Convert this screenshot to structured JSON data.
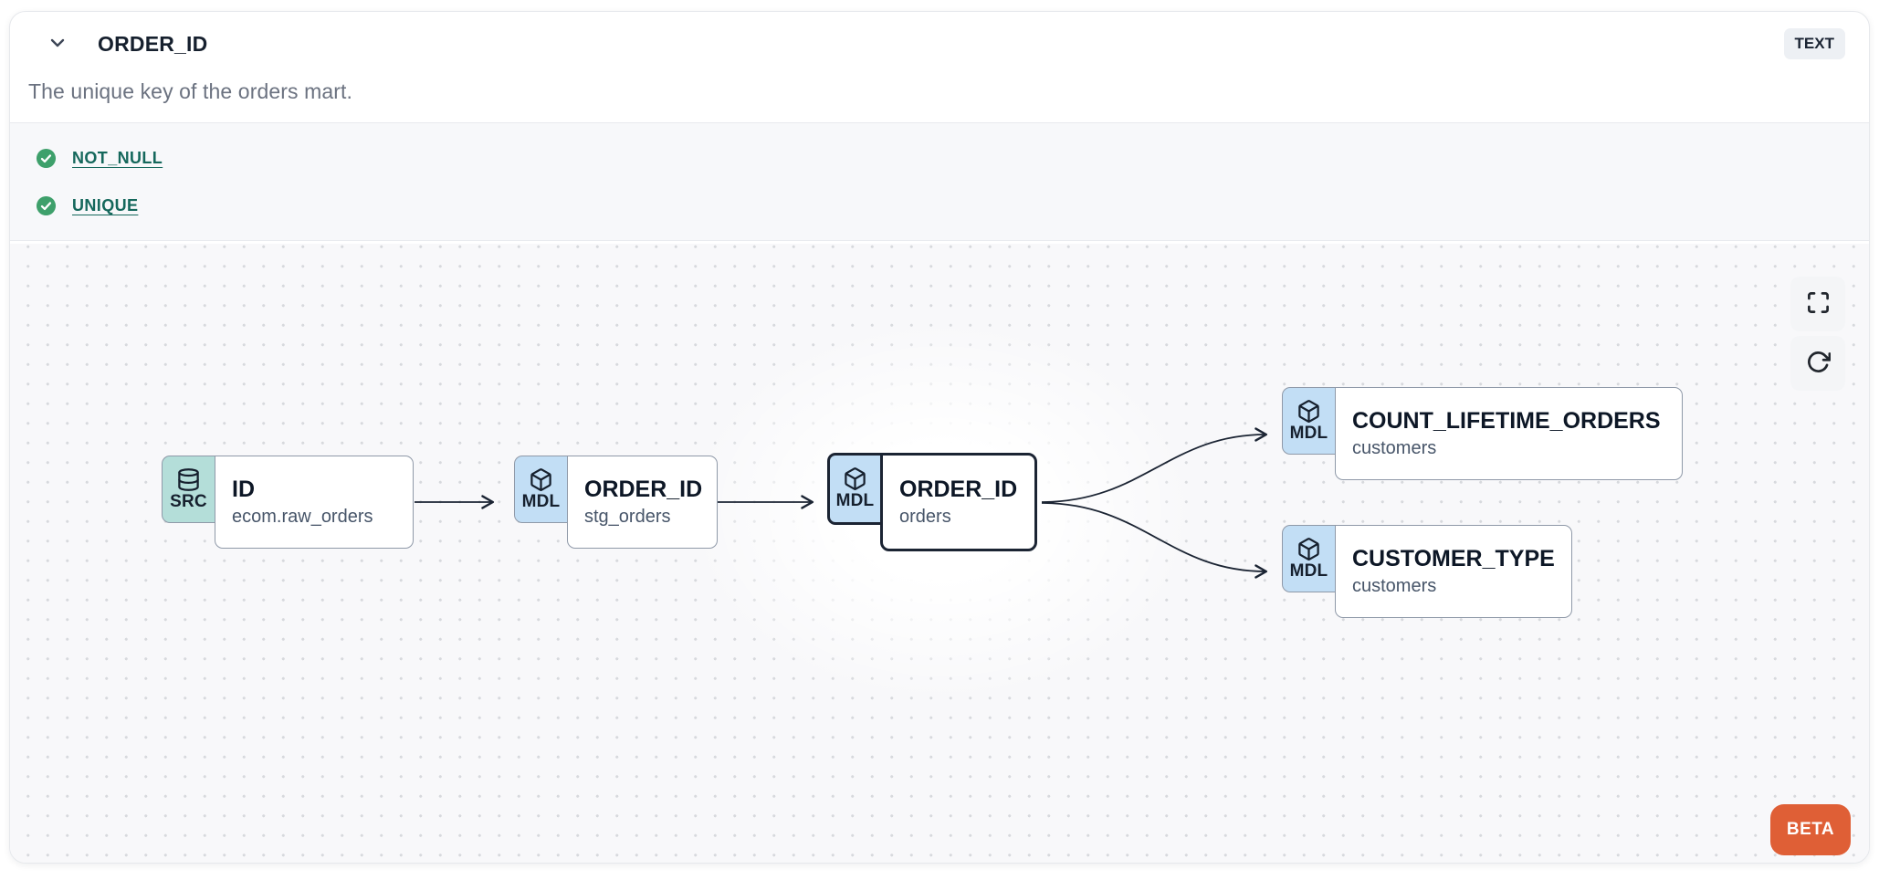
{
  "header": {
    "title": "ORDER_ID",
    "type_badge": "TEXT",
    "description": "The unique key of the orders mart."
  },
  "tests": [
    {
      "label": "NOT_NULL",
      "status": "pass",
      "icon": "check-circle-icon"
    },
    {
      "label": "UNIQUE",
      "status": "pass",
      "icon": "check-circle-icon"
    }
  ],
  "lineage": {
    "nodes": [
      {
        "id": "id-ecom-raw-orders",
        "type": "source",
        "badge": "SRC",
        "icon": "database-icon",
        "label": "ID",
        "sublabel": "ecom.raw_orders",
        "selected": false
      },
      {
        "id": "order-id-stg-orders",
        "type": "model",
        "badge": "MDL",
        "icon": "cube-icon",
        "label": "ORDER_ID",
        "sublabel": "stg_orders",
        "selected": false
      },
      {
        "id": "order-id-orders",
        "type": "model",
        "badge": "MDL",
        "icon": "cube-icon",
        "label": "ORDER_ID",
        "sublabel": "orders",
        "selected": true
      },
      {
        "id": "count-lifetime-orders-customers",
        "type": "model",
        "badge": "MDL",
        "icon": "cube-icon",
        "label": "COUNT_LIFETIME_ORDERS",
        "sublabel": "customers",
        "selected": false
      },
      {
        "id": "customer-type-customers",
        "type": "model",
        "badge": "MDL",
        "icon": "cube-icon",
        "label": "CUSTOMER_TYPE",
        "sublabel": "customers",
        "selected": false
      }
    ],
    "edges": [
      {
        "from": "id-ecom-raw-orders",
        "to": "order-id-stg-orders"
      },
      {
        "from": "order-id-stg-orders",
        "to": "order-id-orders"
      },
      {
        "from": "order-id-orders",
        "to": "count-lifetime-orders-customers"
      },
      {
        "from": "order-id-orders",
        "to": "customer-type-customers"
      }
    ]
  },
  "canvas": {
    "beta_label": "BETA",
    "controls": [
      {
        "icon": "maximize-icon",
        "action": "fullscreen"
      },
      {
        "icon": "refresh-icon",
        "action": "refresh"
      }
    ]
  },
  "colors": {
    "test_pass_green": "#3EA06B",
    "test_link_teal": "#15685C",
    "source_badge_teal": "#B4DED9",
    "model_badge_blue": "#C2DEF5",
    "node_border_gray": "#8F99A8",
    "selected_border_navy": "#1B2433",
    "beta_orange": "#DF5F36"
  }
}
